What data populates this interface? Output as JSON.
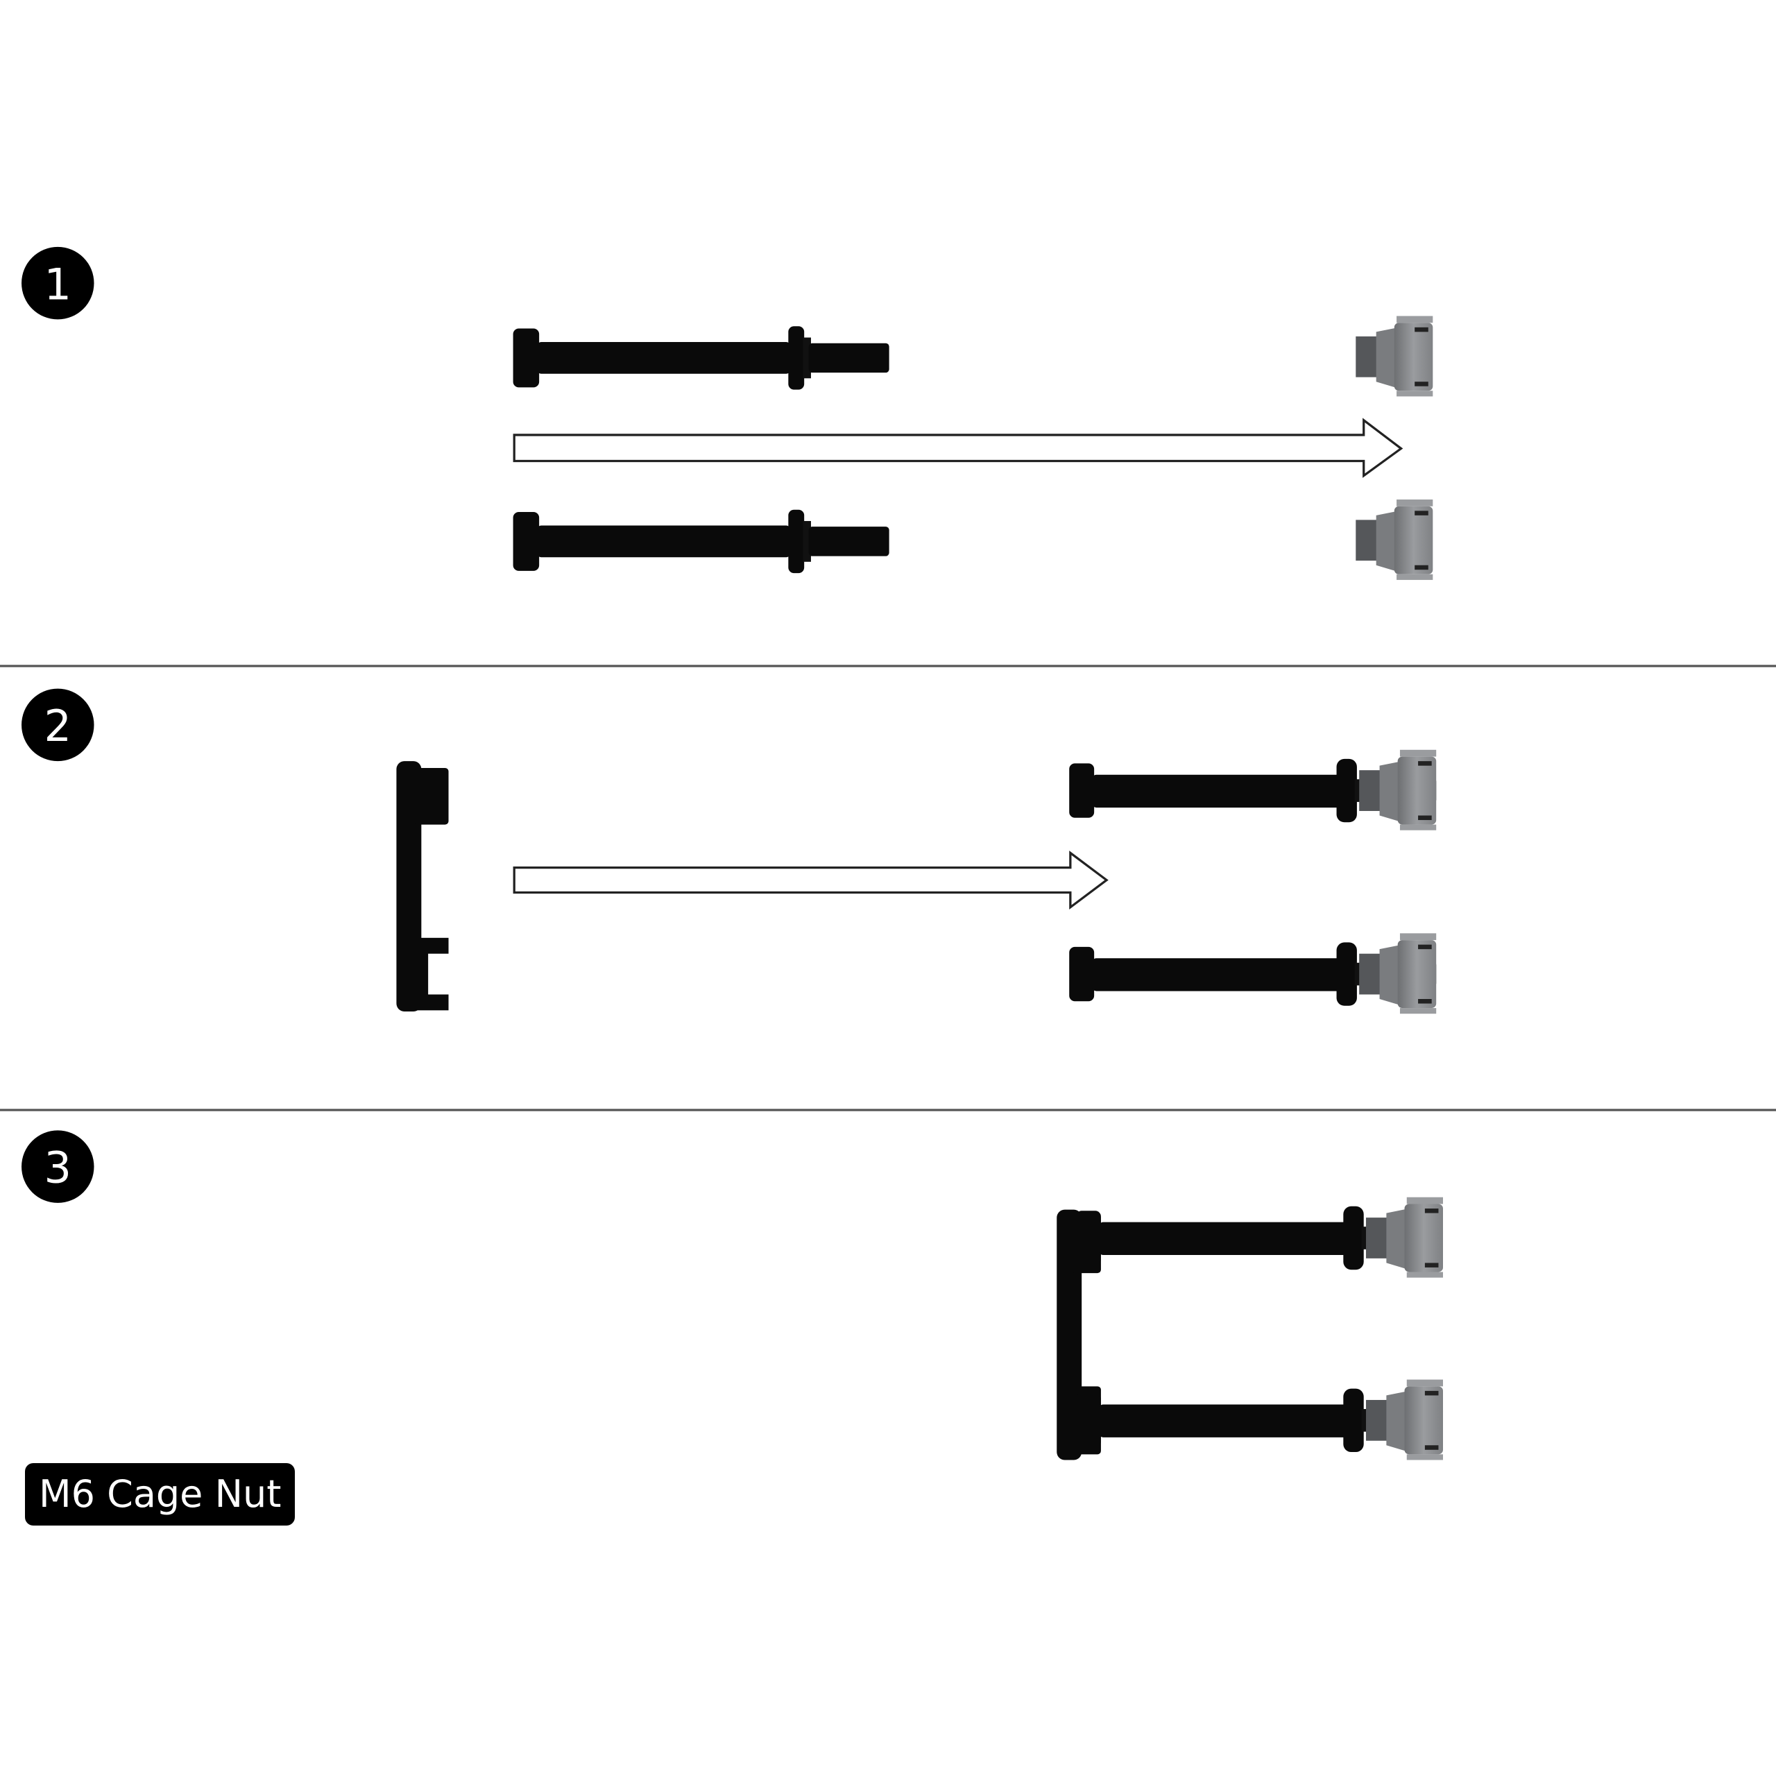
{
  "steps": [
    {
      "number": "1"
    },
    {
      "number": "2"
    },
    {
      "number": "3"
    }
  ],
  "label": "M6 Cage Nut",
  "colors": {
    "part": "#0a0a0a",
    "nut": "#8c8e91",
    "divider": "#555555",
    "arrow": "#222222"
  }
}
